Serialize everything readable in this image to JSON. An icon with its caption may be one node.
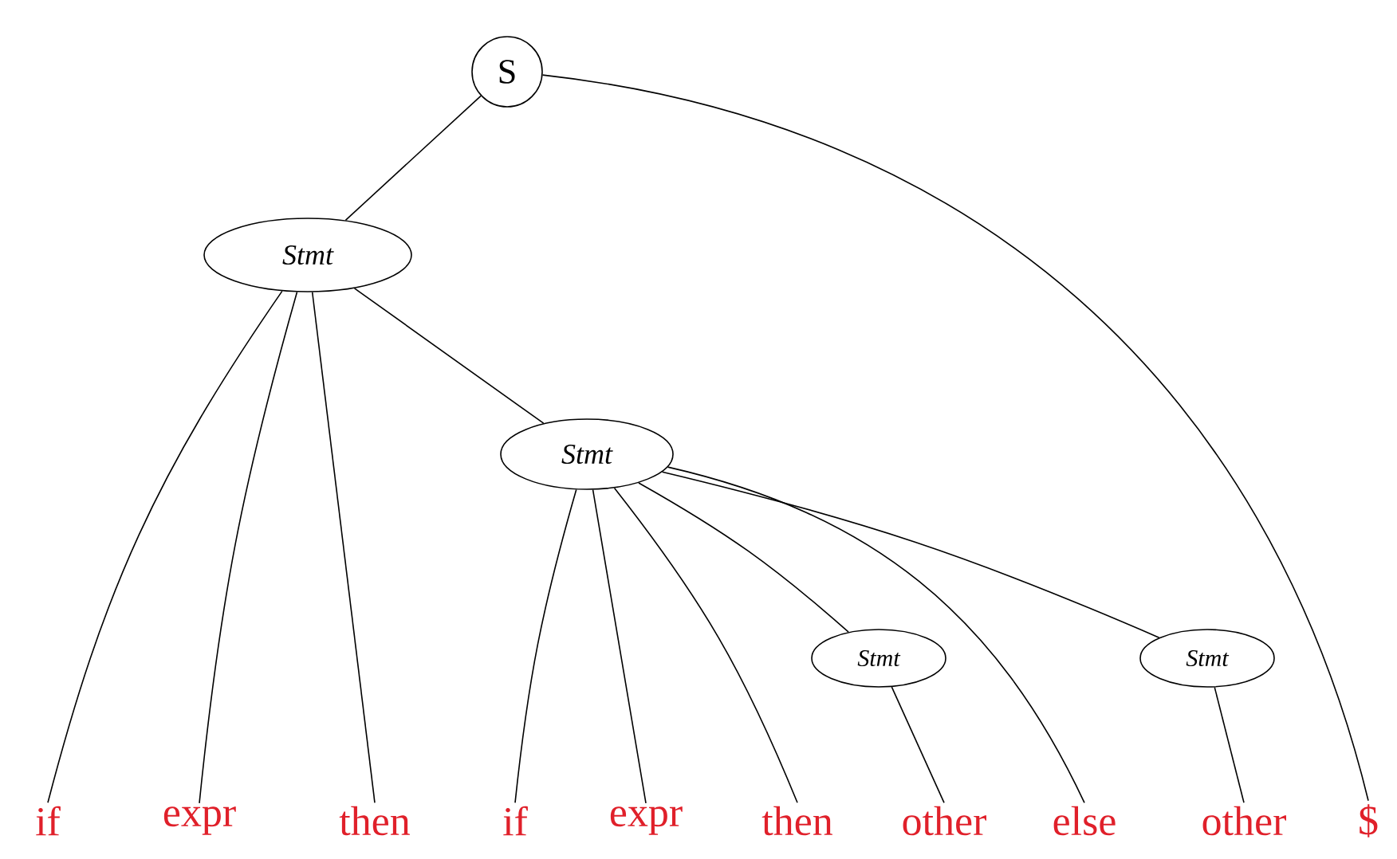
{
  "diagram": {
    "nodes": [
      {
        "text": [
          "S"
        ]
      },
      {
        "text": [
          "Stmt"
        ]
      },
      {
        "text": [
          "Stmt"
        ]
      },
      {
        "text": [
          "Stmt"
        ]
      },
      {
        "text": [
          "Stmt"
        ]
      },
      {
        "text": [
          "if"
        ]
      },
      {
        "text": [
          "expr"
        ]
      },
      {
        "text": [
          "then"
        ]
      },
      {
        "text": [
          "if"
        ]
      },
      {
        "text": [
          "expr"
        ]
      },
      {
        "text": [
          "then"
        ]
      },
      {
        "text": [
          "other"
        ]
      },
      {
        "text": [
          "else"
        ]
      },
      {
        "text": [
          "other"
        ]
      },
      {
        "text": [
          "$"
        ]
      }
    ],
    "edges": [
      {
        "from": 0,
        "to": 1,
        "arrow": "none"
      },
      {
        "from": 0,
        "to": 14,
        "arrow": "none"
      },
      {
        "from": 1,
        "to": 5,
        "arrow": "none"
      },
      {
        "from": 1,
        "to": 6,
        "arrow": "none"
      },
      {
        "from": 1,
        "to": 7,
        "arrow": "none"
      },
      {
        "from": 1,
        "to": 2,
        "arrow": "none"
      },
      {
        "from": 2,
        "to": 8,
        "arrow": "none"
      },
      {
        "from": 2,
        "to": 9,
        "arrow": "none"
      },
      {
        "from": 2,
        "to": 10,
        "arrow": "none"
      },
      {
        "from": 2,
        "to": 3,
        "arrow": "none"
      },
      {
        "from": 2,
        "to": 12,
        "arrow": "none"
      },
      {
        "from": 2,
        "to": 4,
        "arrow": "none"
      },
      {
        "from": 3,
        "to": 11,
        "arrow": "none"
      },
      {
        "from": 4,
        "to": 13,
        "arrow": "none"
      }
    ]
  }
}
